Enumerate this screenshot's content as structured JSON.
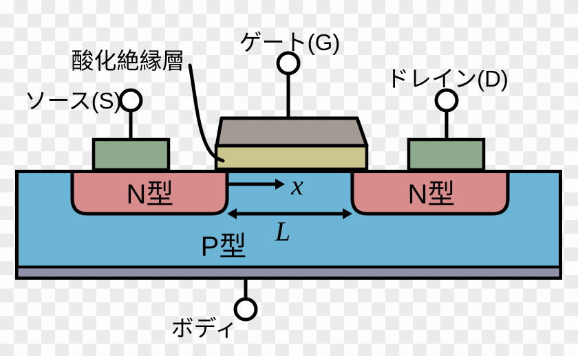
{
  "diagram": {
    "title_meaning": "MOSFET cross-section structure diagram",
    "labels": {
      "gate": "ゲート(G)",
      "oxide": "酸化絶縁層",
      "source": "ソース(S)",
      "drain": "ドレイン(D)",
      "body": "ボディ",
      "n_left": "N型",
      "n_right": "N型",
      "p": "P型",
      "x_axis": "x",
      "channel_length": "L"
    },
    "colors": {
      "substrate_p": "#6cb5d6",
      "n_region": "#d98c8c",
      "electrode": "#8ea98b",
      "gate_metal": "#a39a93",
      "oxide_layer": "#cbc78c",
      "body_contact": "#9090a8",
      "outline": "#000000",
      "terminal_fill": "#ffffff",
      "checker_light": "#fdfdfd",
      "checker_dark": "#ebebeb"
    }
  }
}
